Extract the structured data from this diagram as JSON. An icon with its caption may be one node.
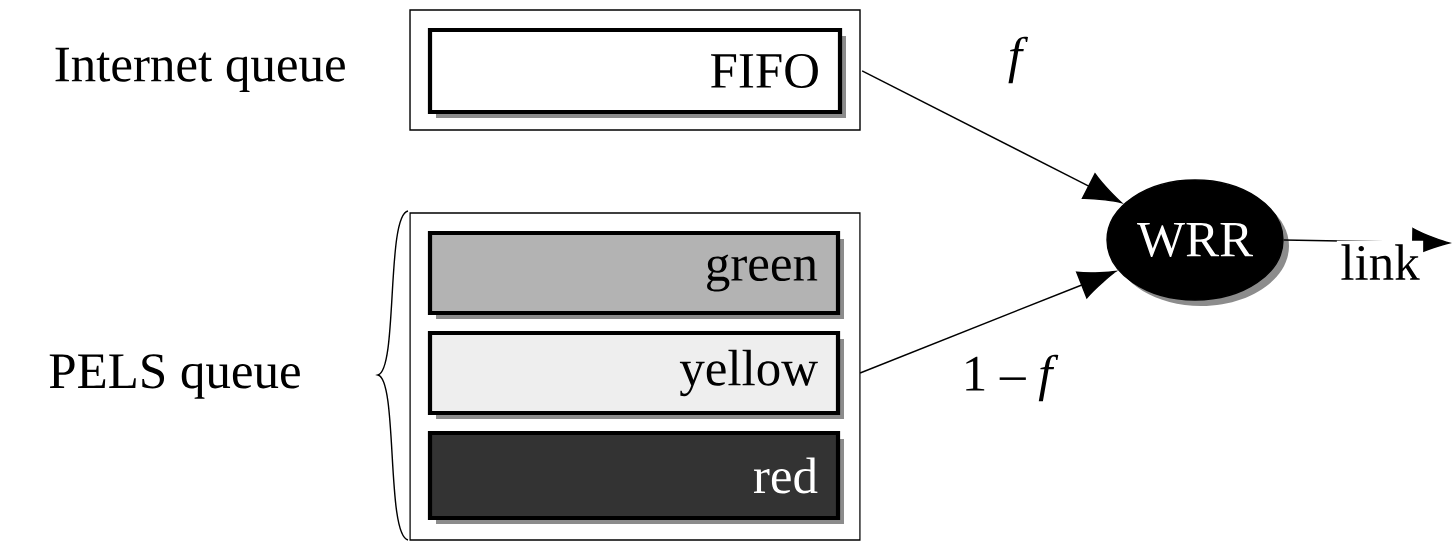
{
  "diagram": {
    "nodes": [
      {
        "text": [
          "Internet queue"
        ]
      },
      {
        "text": [
          "FIFO"
        ],
        "in": 0
      },
      {
        "text": [
          "PELS queue"
        ]
      },
      {
        "text": [
          "green"
        ],
        "in": 2
      },
      {
        "text": [
          "yellow"
        ],
        "in": 2
      },
      {
        "text": [
          "red"
        ],
        "in": 2
      },
      {
        "text": [
          "WRR"
        ]
      }
    ],
    "edges": [
      {
        "from": 1,
        "to": 6,
        "arrow": "to",
        "label": "f"
      },
      {
        "from": 4,
        "to": 6,
        "arrow": "to",
        "label": "1 – *f*"
      },
      {
        "from": 6,
        "to": null,
        "arrow": "to",
        "label": "link"
      }
    ]
  }
}
